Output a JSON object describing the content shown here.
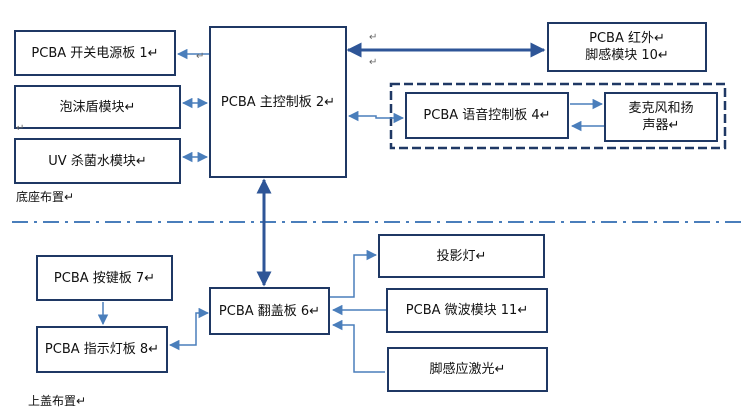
{
  "boxes": {
    "power_board": "PCBA 开关电源板 1↵",
    "foam_shield": "泡沫盾模块↵",
    "uv_module": "UV 杀菌水模块↵",
    "main_board": "PCBA 主控制板 2↵",
    "ir_module": "PCBA 红外↵\n脚感模块 10↵",
    "voice_board": "PCBA 语音控制板 4↵",
    "mic_speaker": "麦克风和扬\n声器↵",
    "key_board": "PCBA 按键板 7↵",
    "indicator_board": "PCBA 指示灯板 8↵",
    "flip_board": "PCBA 翻盖板 6↵",
    "projector_lamp": "投影灯↵",
    "microwave_module": "PCBA 微波模块 11↵",
    "foot_laser": "脚感应激光↵"
  },
  "labels": {
    "base_layout": "底座布置↵",
    "top_layout": "上盖布置↵"
  },
  "colors": {
    "box_border": "#1f3864",
    "arrow": "#4a7ebb",
    "bus": "#2e5597",
    "divider": "#4a7ebb"
  }
}
